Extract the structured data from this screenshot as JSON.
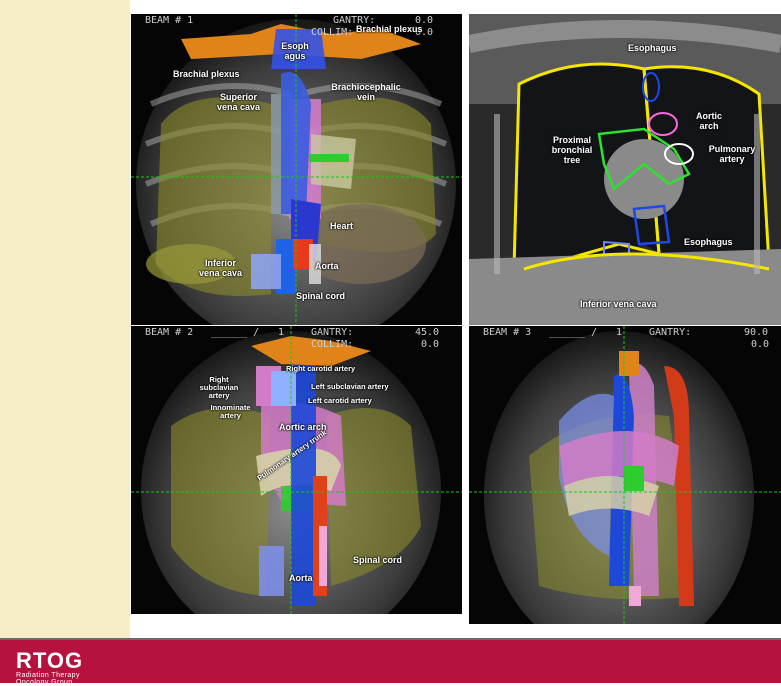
{
  "branding": {
    "logo": "RTOG",
    "logo_sub_1": "Radiation Therapy",
    "logo_sub_2": "Oncology Group"
  },
  "panel1": {
    "header_left": "BEAM # 1",
    "header_gantry": "GANTRY:",
    "header_gantry_value": "0.0",
    "header_collim": "COLLIM:",
    "header_collim_value": "0.0",
    "labels": {
      "brachial_plexus_right": "Brachial plexus",
      "brachial_plexus_left": "Brachial plexus",
      "esophagus": "Esoph agus",
      "brachiocephalic_vein": "Brachiocephalic vein",
      "superior_vena_cava": "Superior vena cava",
      "heart": "Heart",
      "inferior_vena_cava": "Inferior vena cava",
      "aorta": "Aorta",
      "spinal_cord": "Spinal cord"
    }
  },
  "panel2": {
    "labels": {
      "esophagus_top": "Esophagus",
      "aortic_arch": "Aortic arch",
      "proximal_bronchial_tree": "Proximal bronchial tree",
      "pulmonary_artery": "Pulmonary artery",
      "esophagus_bottom": "Esophagus",
      "inferior_vena_cava": "Inferior vena cava"
    }
  },
  "panel3": {
    "header_left": "BEAM # 2",
    "header_sep": "______ /",
    "header_num": "1",
    "header_gantry": "GANTRY:",
    "header_gantry_value": "45.0",
    "header_collim": "COLLIM:",
    "header_collim_value": "0.0",
    "labels": {
      "right_carotid_artery": "Right carotid artery",
      "right_subclavian_artery": "Right subclavian artery",
      "left_subclavian_artery": "Left subclavian artery",
      "innominate_artery": "Innominate artery",
      "left_carotid_artery": "Left carotid artery",
      "aortic_arch": "Aortic arch",
      "pulmonary_artery_trunk": "Pulmonary artery trunk",
      "spinal_cord": "Spinal cord",
      "aorta": "Aorta"
    }
  },
  "panel4": {
    "header_left": "BEAM # 3",
    "header_sep": "______ /",
    "header_num": "1",
    "header_gantry": "GANTRY:",
    "header_gantry_value": "90.0",
    "header_collim_value": "0.0"
  }
}
